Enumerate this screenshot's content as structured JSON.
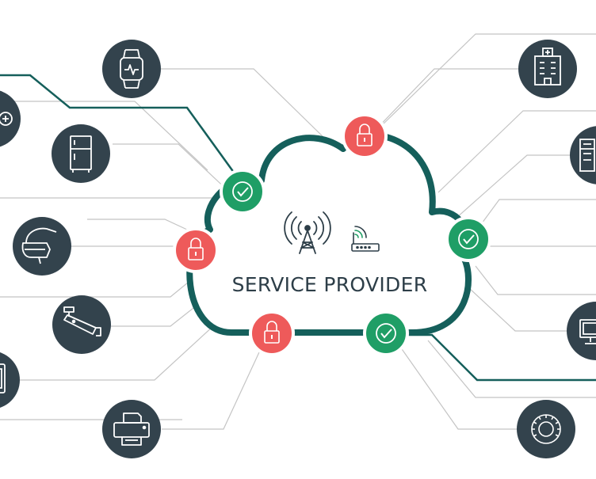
{
  "title": "SERVICE PROVIDER",
  "colors": {
    "background": "#ffffff",
    "device_circle": "#33434d",
    "cloud_outline": "#155f5b",
    "secure_green": "#1f9e66",
    "insecure_red": "#ee5a5a",
    "connector_gray": "#bdbdbd",
    "connector_teal": "#155f5b"
  },
  "cloud_icons": [
    {
      "name": "radio-tower-icon"
    },
    {
      "name": "wifi-router-icon"
    }
  ],
  "devices": [
    {
      "name": "smartwatch-icon"
    },
    {
      "name": "medical-device-icon"
    },
    {
      "name": "refrigerator-icon"
    },
    {
      "name": "vr-headset-icon"
    },
    {
      "name": "security-camera-icon"
    },
    {
      "name": "tablet-icon"
    },
    {
      "name": "printer-icon"
    },
    {
      "name": "hospital-icon"
    },
    {
      "name": "appliance-icon"
    },
    {
      "name": "computer-monitor-icon"
    },
    {
      "name": "thermostat-icon"
    }
  ],
  "badges": [
    {
      "status": "locked",
      "icon": "padlock-icon"
    },
    {
      "status": "secure",
      "icon": "checkmark-icon"
    },
    {
      "status": "locked",
      "icon": "padlock-icon"
    },
    {
      "status": "secure",
      "icon": "checkmark-icon"
    },
    {
      "status": "locked",
      "icon": "padlock-icon"
    },
    {
      "status": "secure",
      "icon": "checkmark-icon"
    }
  ]
}
